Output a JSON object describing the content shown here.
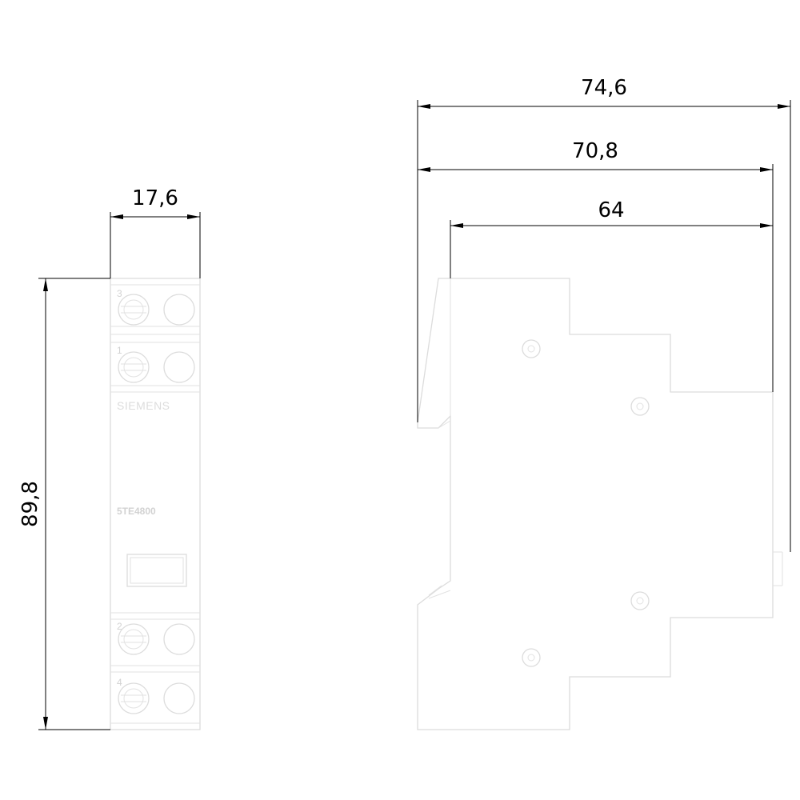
{
  "dimensions": {
    "width_front": "17,6",
    "height_front": "89,8",
    "depth_total": "74,6",
    "depth_mid": "70,8",
    "depth_inner": "64"
  },
  "front_view": {
    "brand": "SIEMENS",
    "model": "5TE4800",
    "terminal_labels": [
      "3",
      "1",
      "2",
      "4"
    ]
  },
  "colors": {
    "drawing_line": "#dcdcdc",
    "dimension_line": "#000000",
    "background": "#ffffff"
  }
}
